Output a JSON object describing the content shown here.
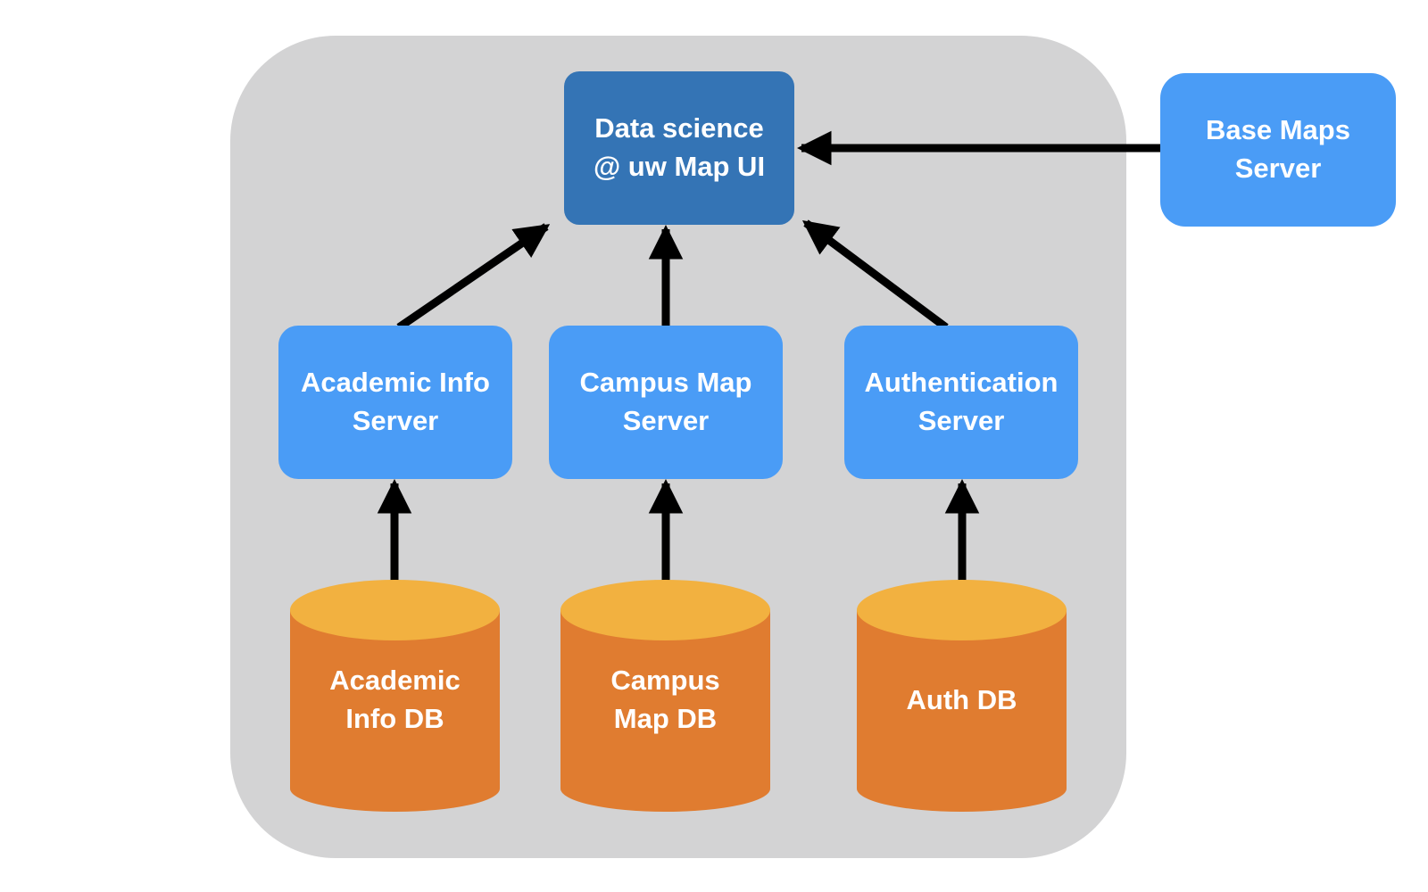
{
  "diagram": {
    "type": "system-architecture-diagram",
    "colors": {
      "page_background": "#FFFFFF",
      "system_boundary": "#D3D3D4",
      "primary_node": "#3474B5",
      "secondary_node": "#4A9CF6",
      "db_cylinder_body": "#E07C30",
      "db_cylinder_top": "#F2B140",
      "arrow": "#000000",
      "label_text": "#FFFFFF"
    },
    "nodes": {
      "map_ui": {
        "label": "Data science\n@ uw Map UI"
      },
      "base_maps_server": {
        "label": "Base Maps\nServer"
      },
      "academic_info_server": {
        "label": "Academic Info\nServer"
      },
      "campus_map_server": {
        "label": "Campus Map\nServer"
      },
      "auth_server": {
        "label": "Authentication\nServer"
      },
      "academic_info_db": {
        "label": "Academic\nInfo DB"
      },
      "campus_map_db": {
        "label": "Campus\nMap DB"
      },
      "auth_db": {
        "label": "Auth DB"
      }
    },
    "edges": [
      {
        "from": "Academic Info DB",
        "to": "Academic Info Server"
      },
      {
        "from": "Campus Map DB",
        "to": "Campus Map Server"
      },
      {
        "from": "Auth DB",
        "to": "Authentication Server"
      },
      {
        "from": "Academic Info Server",
        "to": "Data science @ uw Map UI"
      },
      {
        "from": "Campus Map Server",
        "to": "Data science @ uw Map UI"
      },
      {
        "from": "Authentication Server",
        "to": "Data science @ uw Map UI"
      },
      {
        "from": "Base Maps Server",
        "to": "Data science @ uw Map UI"
      }
    ]
  }
}
